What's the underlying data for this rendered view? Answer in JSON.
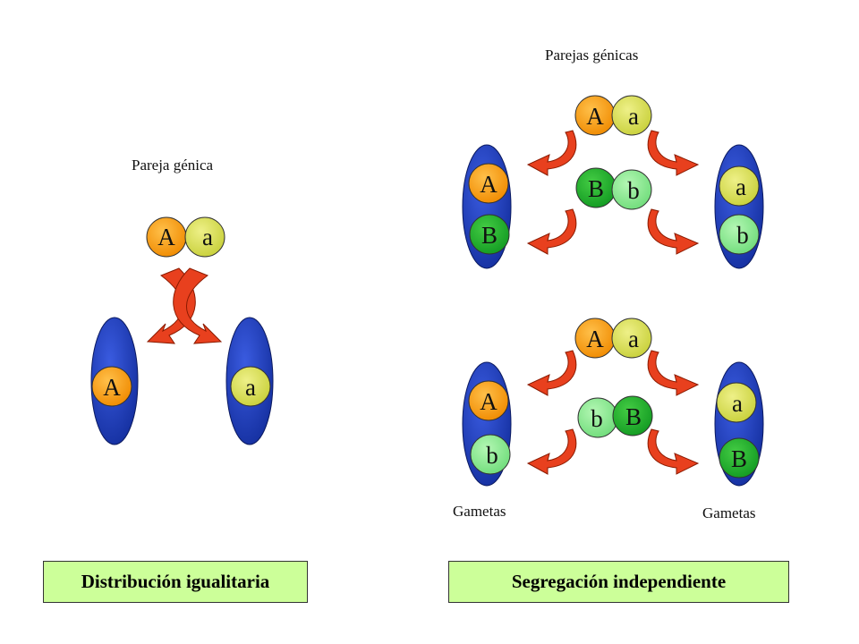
{
  "colors": {
    "chromosome": "#1e3db2",
    "allele_A": "#ff9900",
    "allele_a": "#d9e04c",
    "allele_B": "#22aa33",
    "allele_b": "#88ee88",
    "arrow": "#e8401e",
    "box_fill": "#ccff99"
  },
  "left": {
    "caption": "Pareja génica",
    "pair": [
      "A",
      "a"
    ],
    "gametes": [
      "A",
      "a"
    ],
    "title": "Distribución igualitaria"
  },
  "right": {
    "caption": "Parejas génicas",
    "top": {
      "pair1": [
        "A",
        "a"
      ],
      "pair2": [
        "B",
        "b"
      ],
      "gamete_left": [
        "A",
        "B"
      ],
      "gamete_right": [
        "a",
        "b"
      ]
    },
    "bottom": {
      "pair1": [
        "A",
        "a"
      ],
      "pair2": [
        "b",
        "B"
      ],
      "gamete_left": [
        "A",
        "b"
      ],
      "gamete_right": [
        "a",
        "B"
      ]
    },
    "gametes_label_left": "Gametas",
    "gametes_label_right": "Gametas",
    "title": "Segregación independiente"
  }
}
